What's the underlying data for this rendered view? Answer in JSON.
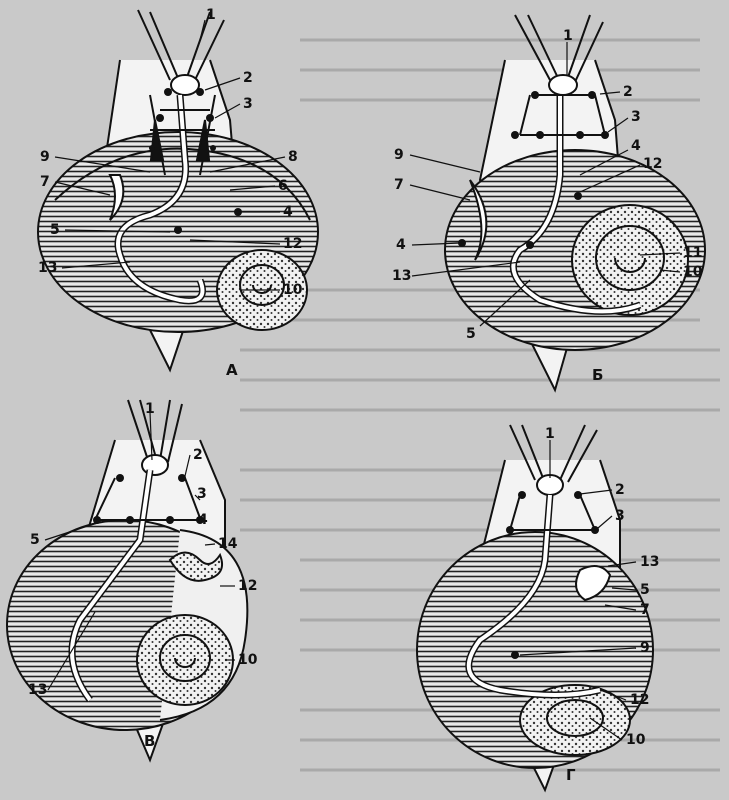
{
  "page": {
    "background": "#c9c9c9",
    "ink": "#111111",
    "hatch": "#222222"
  },
  "panels": [
    {
      "letter": "А",
      "labels": [
        "1",
        "2",
        "3",
        "9",
        "8",
        "7",
        "6",
        "5",
        "4",
        "12",
        "13",
        "10"
      ]
    },
    {
      "letter": "Б",
      "labels": [
        "1",
        "2",
        "3",
        "4",
        "12",
        "9",
        "7",
        "11",
        "10",
        "4",
        "13",
        "5"
      ]
    },
    {
      "letter": "В",
      "labels": [
        "1",
        "2",
        "3",
        "4",
        "5",
        "14",
        "12",
        "10",
        "13"
      ]
    },
    {
      "letter": "Г",
      "labels": [
        "1",
        "2",
        "3",
        "13",
        "5",
        "7",
        "9",
        "12",
        "10"
      ]
    }
  ]
}
